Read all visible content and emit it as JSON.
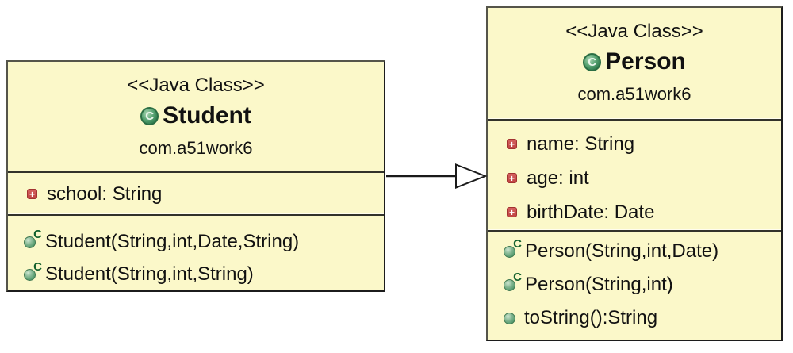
{
  "diagram": {
    "classes": {
      "student": {
        "stereotype": "&lt;&lt;Java Class&gt;&gt;",
        "stereotype_text": "<<Java Class>>",
        "name": "Student",
        "package": "com.a51work6",
        "fields": [
          {
            "visibility": "private",
            "text": "school: String"
          }
        ],
        "methods": [
          {
            "kind": "constructor",
            "text": "Student(String,int,Date,String)"
          },
          {
            "kind": "constructor",
            "text": "Student(String,int,String)"
          }
        ]
      },
      "person": {
        "stereotype_text": "<<Java Class>>",
        "name": "Person",
        "package": "com.a51work6",
        "fields": [
          {
            "visibility": "private",
            "text": "name: String"
          },
          {
            "visibility": "private",
            "text": "age: int"
          },
          {
            "visibility": "private",
            "text": "birthDate: Date"
          }
        ],
        "methods": [
          {
            "kind": "constructor",
            "text": "Person(String,int,Date)"
          },
          {
            "kind": "constructor",
            "text": "Person(String,int)"
          },
          {
            "kind": "public-method",
            "text": "toString():String"
          }
        ]
      }
    },
    "relationship": {
      "type": "generalization",
      "from": "Student",
      "to": "Person"
    },
    "icons": {
      "class_icon_letter": "C",
      "constructor_marker": "C",
      "private_field_marker": "+"
    },
    "colors": {
      "box_fill": "#FBF8C9",
      "box_border": "#3c3c32",
      "class_icon_green": "#3E8D5F",
      "private_field_red": "#C84B4B"
    }
  }
}
